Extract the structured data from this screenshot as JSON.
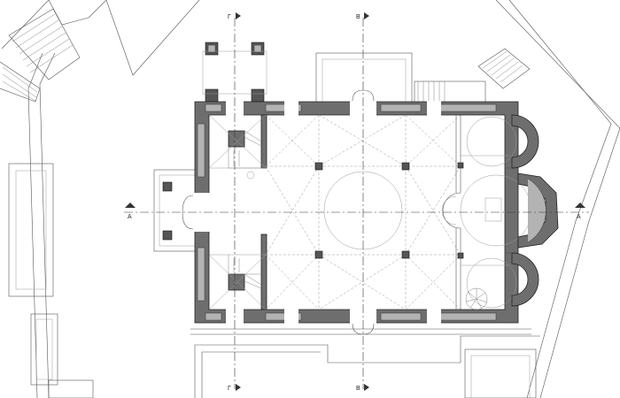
{
  "section_markers": {
    "gamma": "Г",
    "b": "B",
    "a": "A"
  },
  "colors": {
    "wall_dark": "#6e6e6e",
    "wall_light": "#b3b3b3",
    "line": "#555555",
    "background": "#ffffff"
  }
}
